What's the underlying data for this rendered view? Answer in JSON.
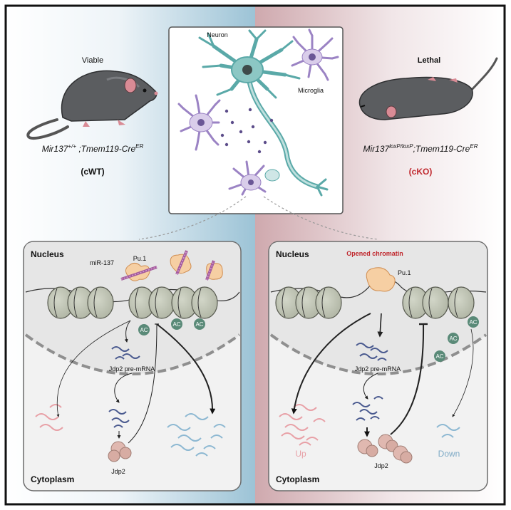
{
  "colors": {
    "left_bg": "#7fb3cc",
    "right_bg": "#c9a3a8",
    "red_label": "#c0272d",
    "up_color": "#e8a0a6",
    "down_color": "#8db8d2",
    "ac_green": "#5a8a78"
  },
  "center": {
    "neuron_label": "Neuron",
    "microglia_label": "Microglia"
  },
  "left": {
    "viability": "Viable",
    "genotype_a": "Mir137",
    "genotype_a_sup": "+/+",
    "genotype_b": " ;Tmem119-Cre",
    "genotype_b_sup": "ER",
    "group": "(cWT)",
    "nucleus": "Nucleus",
    "cytoplasm": "Cytoplasm",
    "pu1": "Pu.1",
    "mir137": "miR-137",
    "pre_mrna": "Jdp2 pre-mRNA",
    "jdp2": "Jdp2",
    "ac": "AC"
  },
  "right": {
    "viability": "Lethal",
    "genotype_a": "Mir137",
    "genotype_a_sup": "loxP/loxP",
    "genotype_b": ";Tmem119-Cre",
    "genotype_b_sup": "ER",
    "group": "(cKO)",
    "nucleus": "Nucleus",
    "opened": "Opened chromatin",
    "cytoplasm": "Cytoplasm",
    "pu1": "Pu.1",
    "pre_mrna": "Jdp2 pre-mRNA",
    "jdp2": "Jdp2",
    "up": "Up",
    "down": "Down",
    "ac": "AC"
  }
}
